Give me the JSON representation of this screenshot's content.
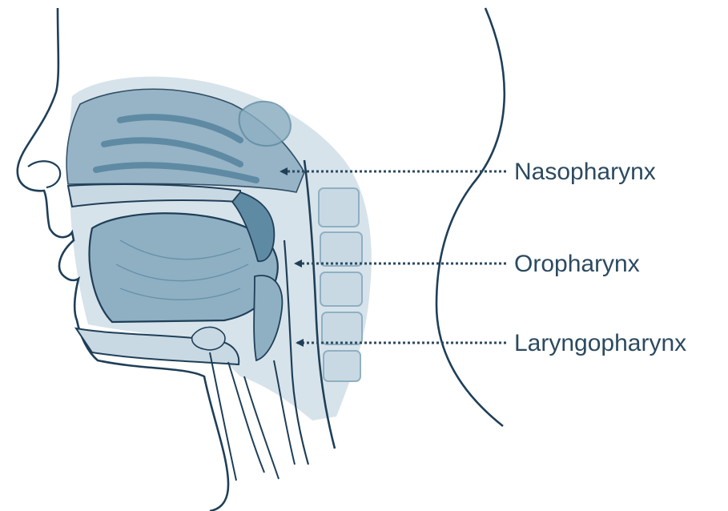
{
  "diagram": {
    "labels": [
      {
        "id": "nasopharynx",
        "text": "Nasopharynx"
      },
      {
        "id": "oropharynx",
        "text": "Oropharynx"
      },
      {
        "id": "laryngopharynx",
        "text": "Laryngopharynx"
      }
    ]
  },
  "colors": {
    "outline": "#1f3f58",
    "tissue_light": "#c9d9e3",
    "tissue_mid": "#8fb0c3",
    "tissue_dark": "#5f8aa3",
    "leader": "#2c4a60",
    "text": "#2c4a60"
  }
}
